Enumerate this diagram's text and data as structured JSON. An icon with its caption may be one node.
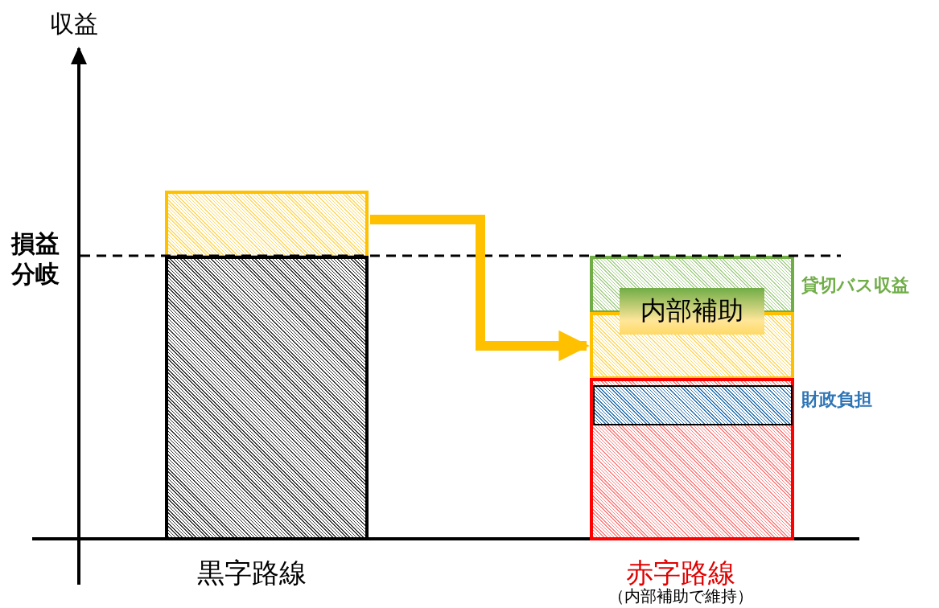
{
  "diagram": {
    "nodes": [
      {
        "text": [],
        "shape": "bar"
      },
      {
        "text": [],
        "shape": "bar",
        "beside": [
          "黒字路線"
        ]
      },
      {
        "text": [],
        "shape": "bar",
        "beside": [
          "貸切バス収益"
        ]
      },
      {
        "text": [],
        "shape": "bar"
      },
      {
        "text": [
          "内部補助"
        ]
      },
      {
        "text": [],
        "shape": "bar",
        "beside": [
          "赤字路線",
          "（内部補助で維持）"
        ]
      },
      {
        "text": [],
        "shape": "bar",
        "beside": [
          "財政負担"
        ],
        "in": 5
      }
    ],
    "edges": [
      {
        "from": 0,
        "to": 3,
        "arrow": "to"
      }
    ],
    "labels": [
      "収益",
      "損益分岐"
    ]
  }
}
